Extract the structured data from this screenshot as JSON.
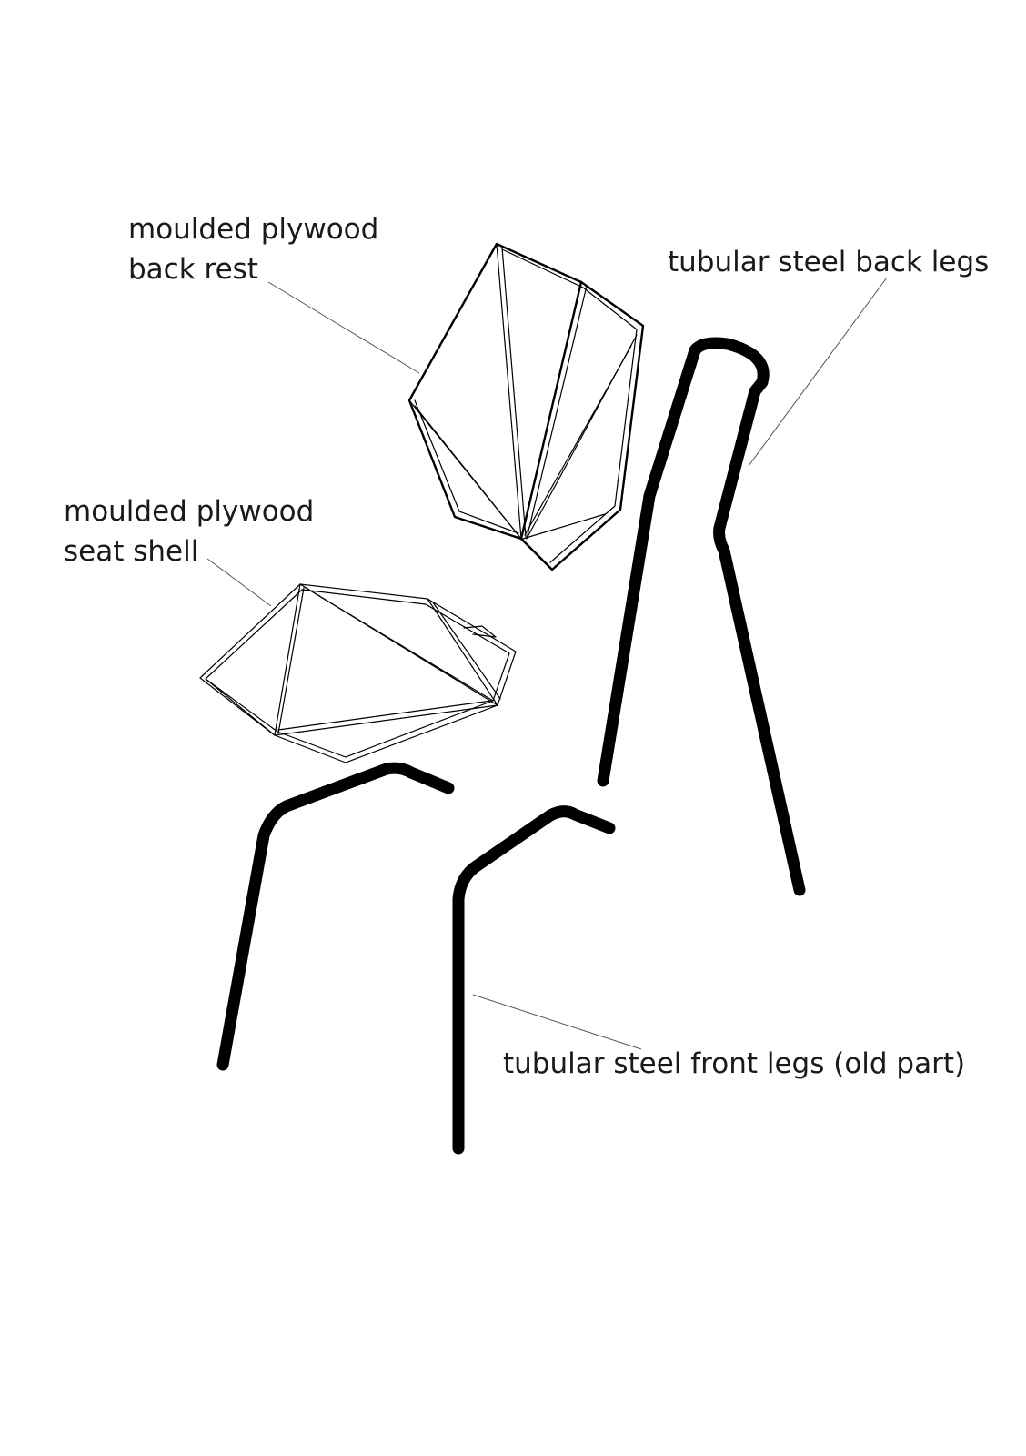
{
  "labels": {
    "back_rest": [
      "moulded plywood",
      "back rest"
    ],
    "seat_shell": [
      "moulded plywood",
      "seat shell"
    ],
    "back_legs": "tubular steel back legs",
    "front_legs": "tubular steel front legs (old part)"
  },
  "colors": {
    "ink": "#000000",
    "leader_line": "#555555",
    "text": "#1a1a1a",
    "background": "#ffffff"
  }
}
